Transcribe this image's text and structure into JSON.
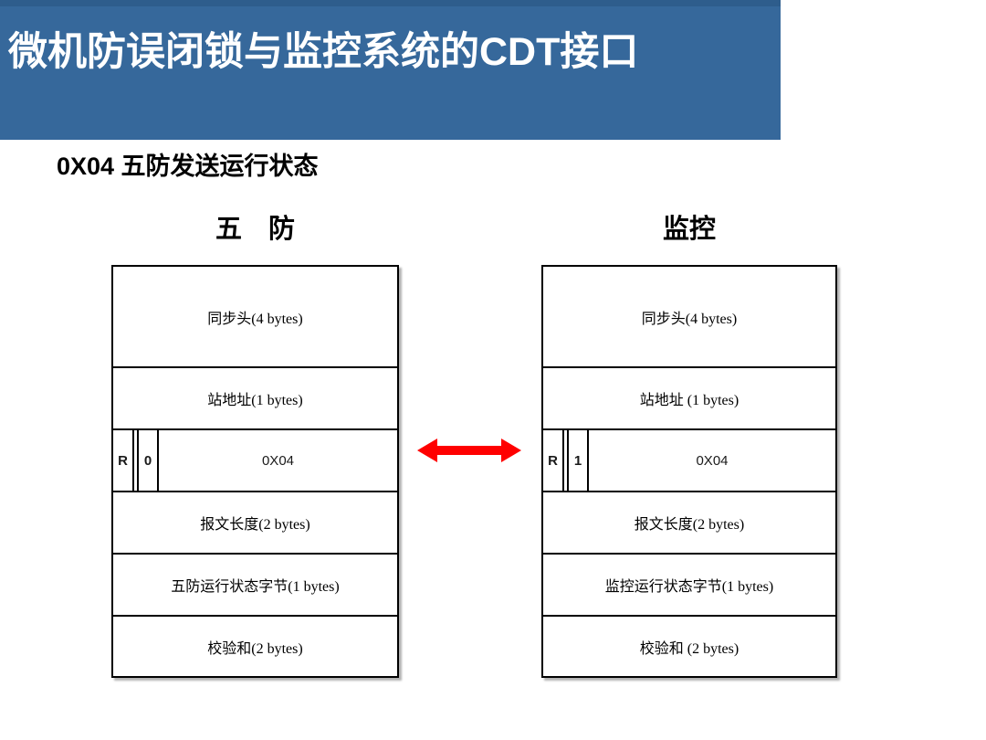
{
  "slide": {
    "title": "微机防误闭锁与监控系统的CDT接口",
    "subtitle": "0X04 五防发送运行状态"
  },
  "colors": {
    "header_bg": "#36689B",
    "header_bg_dark": "#2E5D8C",
    "title_text": "#FFFFFF",
    "arrow": "#FF0000",
    "table_border": "#000000"
  },
  "diagram": {
    "left": {
      "header": "五　防",
      "rows": [
        {
          "label": "同步头(4 bytes)"
        },
        {
          "label": "站地址(1 bytes)"
        },
        {
          "r": "R",
          "bit": "0",
          "code": "0X04"
        },
        {
          "label": "报文长度(2 bytes)"
        },
        {
          "label": "五防运行状态字节(1 bytes)"
        },
        {
          "label": "校验和(2 bytes)"
        }
      ]
    },
    "right": {
      "header": "监控",
      "rows": [
        {
          "label": "同步头(4 bytes)"
        },
        {
          "label": "站地址 (1 bytes)"
        },
        {
          "r": "R",
          "bit": "1",
          "code": "0X04"
        },
        {
          "label": "报文长度(2 bytes)"
        },
        {
          "label": "监控运行状态字节(1 bytes)"
        },
        {
          "label": "校验和 (2 bytes)"
        }
      ]
    }
  }
}
